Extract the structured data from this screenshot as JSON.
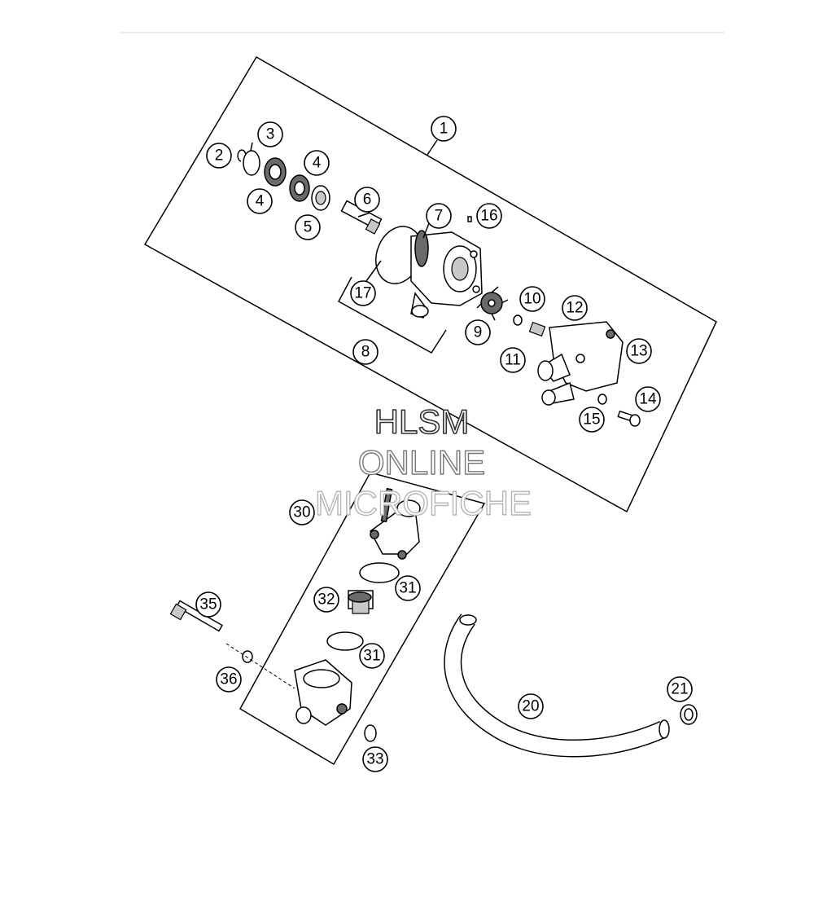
{
  "watermark": {
    "line1": "HLSM",
    "line2": "ONLINE",
    "line3": "MICROFICHE"
  },
  "callouts": {
    "c1": "1",
    "c2": "2",
    "c3": "3",
    "c4a": "4",
    "c4b": "4",
    "c5": "5",
    "c6": "6",
    "c7": "7",
    "c8": "8",
    "c9": "9",
    "c10": "10",
    "c11": "11",
    "c12": "12",
    "c13": "13",
    "c14": "14",
    "c15": "15",
    "c16": "16",
    "c17": "17",
    "c20": "20",
    "c21": "21",
    "c30": "30",
    "c31a": "31",
    "c31b": "31",
    "c32": "32",
    "c33": "33",
    "c35": "35",
    "c36": "36"
  }
}
